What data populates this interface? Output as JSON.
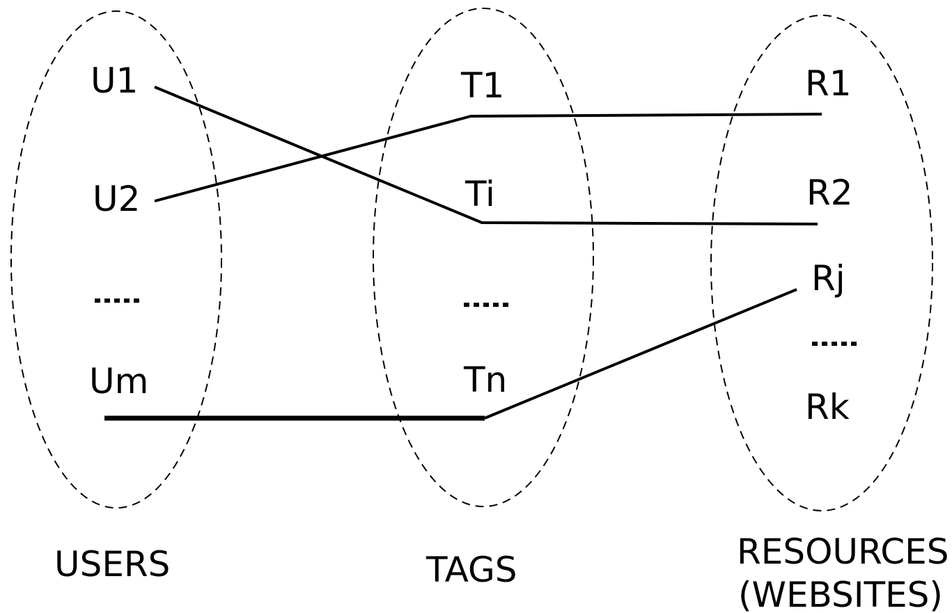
{
  "sets": {
    "users": {
      "caption": "USERS",
      "nodes": {
        "u1": "U1",
        "u2": "U2",
        "um": "Um"
      }
    },
    "tags": {
      "caption": "TAGS",
      "nodes": {
        "t1": "T1",
        "ti": "Ti",
        "tn": "Tn"
      }
    },
    "resources": {
      "caption_line1": "RESOURCES",
      "caption_line2": "(WEBSITES)",
      "nodes": {
        "r1": "R1",
        "r2": "R2",
        "rj": "Rj",
        "rk": "Rk"
      }
    }
  },
  "edges": [
    {
      "from": "U1",
      "to": "Ti"
    },
    {
      "from": "Ti",
      "to": "R2"
    },
    {
      "from": "U2",
      "to": "T1"
    },
    {
      "from": "T1",
      "to": "R1"
    },
    {
      "from": "Um",
      "to": "Tn"
    },
    {
      "from": "Tn",
      "to": "Rj"
    }
  ]
}
